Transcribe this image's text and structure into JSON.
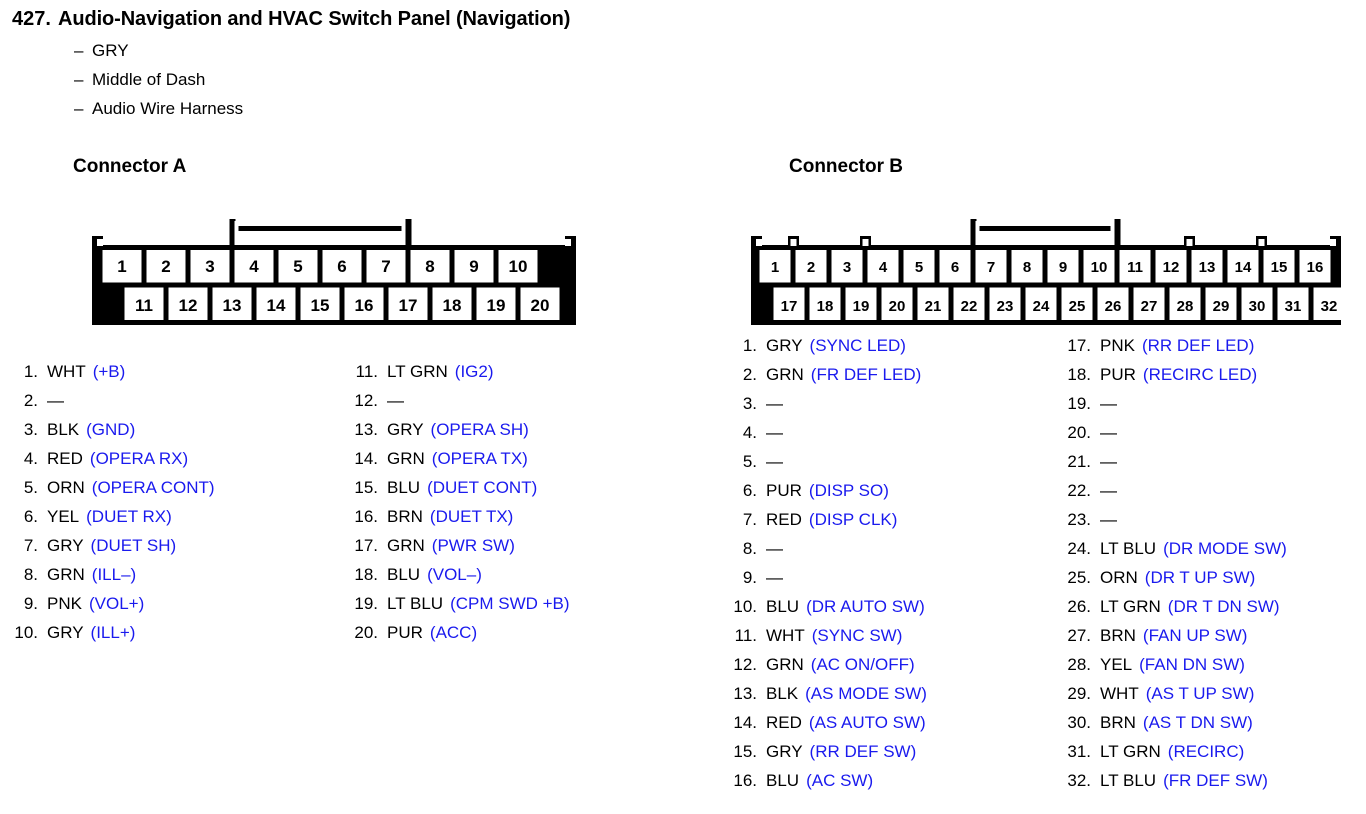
{
  "header": {
    "number": "427.",
    "title": "Audio-Navigation and HVAC Switch Panel (Navigation)",
    "dash": "–",
    "details": [
      "GRY",
      "Middle of Dash",
      "Audio Wire Harness"
    ]
  },
  "colors": {
    "signal_blue": "#1a1aee",
    "text_black": "#000000",
    "background": "#ffffff"
  },
  "connectors": [
    {
      "id": "a",
      "heading": "Connector A",
      "top_row": [
        "1",
        "2",
        "3",
        "4",
        "5",
        "6",
        "7",
        "8",
        "9",
        "10"
      ],
      "bottom_row": [
        "11",
        "12",
        "13",
        "14",
        "15",
        "16",
        "17",
        "18",
        "19",
        "20"
      ],
      "pins": [
        {
          "num": "1.",
          "color": "WHT",
          "signal": "(+B)"
        },
        {
          "num": "2.",
          "color": "—",
          "signal": ""
        },
        {
          "num": "3.",
          "color": "BLK",
          "signal": "(GND)"
        },
        {
          "num": "4.",
          "color": "RED",
          "signal": "(OPERA RX)"
        },
        {
          "num": "5.",
          "color": "ORN",
          "signal": "(OPERA CONT)"
        },
        {
          "num": "6.",
          "color": "YEL",
          "signal": "(DUET RX)"
        },
        {
          "num": "7.",
          "color": "GRY",
          "signal": "(DUET SH)"
        },
        {
          "num": "8.",
          "color": "GRN",
          "signal": "(ILL–)"
        },
        {
          "num": "9.",
          "color": "PNK",
          "signal": "(VOL+)"
        },
        {
          "num": "10.",
          "color": "GRY",
          "signal": "(ILL+)"
        },
        {
          "num": "11.",
          "color": "LT GRN",
          "signal": "(IG2)"
        },
        {
          "num": "12.",
          "color": "—",
          "signal": ""
        },
        {
          "num": "13.",
          "color": "GRY",
          "signal": "(OPERA SH)"
        },
        {
          "num": "14.",
          "color": "GRN",
          "signal": "(OPERA TX)"
        },
        {
          "num": "15.",
          "color": "BLU",
          "signal": "(DUET CONT)"
        },
        {
          "num": "16.",
          "color": "BRN",
          "signal": "(DUET TX)"
        },
        {
          "num": "17.",
          "color": "GRN",
          "signal": "(PWR SW)"
        },
        {
          "num": "18.",
          "color": "BLU",
          "signal": "(VOL–)"
        },
        {
          "num": "19.",
          "color": "LT BLU",
          "signal": "(CPM SWD +B)"
        },
        {
          "num": "20.",
          "color": "PUR",
          "signal": "(ACC)"
        }
      ]
    },
    {
      "id": "b",
      "heading": "Connector B",
      "top_row": [
        "1",
        "2",
        "3",
        "4",
        "5",
        "6",
        "7",
        "8",
        "9",
        "10",
        "11",
        "12",
        "13",
        "14",
        "15",
        "16"
      ],
      "bottom_row": [
        "17",
        "18",
        "19",
        "20",
        "21",
        "22",
        "23",
        "24",
        "25",
        "26",
        "27",
        "28",
        "29",
        "30",
        "31",
        "32"
      ],
      "pins": [
        {
          "num": "1.",
          "color": "GRY",
          "signal": "(SYNC LED)"
        },
        {
          "num": "2.",
          "color": "GRN",
          "signal": "(FR DEF LED)"
        },
        {
          "num": "3.",
          "color": "—",
          "signal": ""
        },
        {
          "num": "4.",
          "color": "—",
          "signal": ""
        },
        {
          "num": "5.",
          "color": "—",
          "signal": ""
        },
        {
          "num": "6.",
          "color": "PUR",
          "signal": "(DISP SO)"
        },
        {
          "num": "7.",
          "color": "RED",
          "signal": "(DISP CLK)"
        },
        {
          "num": "8.",
          "color": "—",
          "signal": ""
        },
        {
          "num": "9.",
          "color": "—",
          "signal": ""
        },
        {
          "num": "10.",
          "color": "BLU",
          "signal": "(DR AUTO SW)"
        },
        {
          "num": "11.",
          "color": "WHT",
          "signal": "(SYNC SW)"
        },
        {
          "num": "12.",
          "color": "GRN",
          "signal": "(AC ON/OFF)"
        },
        {
          "num": "13.",
          "color": "BLK",
          "signal": "(AS MODE SW)"
        },
        {
          "num": "14.",
          "color": "RED",
          "signal": "(AS AUTO SW)"
        },
        {
          "num": "15.",
          "color": "GRY",
          "signal": "(RR DEF SW)"
        },
        {
          "num": "16.",
          "color": "BLU",
          "signal": "(AC SW)"
        },
        {
          "num": "17.",
          "color": "PNK",
          "signal": "(RR DEF LED)"
        },
        {
          "num": "18.",
          "color": "PUR",
          "signal": "(RECIRC LED)"
        },
        {
          "num": "19.",
          "color": "—",
          "signal": ""
        },
        {
          "num": "20.",
          "color": "—",
          "signal": ""
        },
        {
          "num": "21.",
          "color": "—",
          "signal": ""
        },
        {
          "num": "22.",
          "color": "—",
          "signal": ""
        },
        {
          "num": "23.",
          "color": "—",
          "signal": ""
        },
        {
          "num": "24.",
          "color": "LT BLU",
          "signal": "(DR MODE SW)"
        },
        {
          "num": "25.",
          "color": "ORN",
          "signal": "(DR T UP SW)"
        },
        {
          "num": "26.",
          "color": "LT GRN",
          "signal": "(DR T DN SW)"
        },
        {
          "num": "27.",
          "color": "BRN",
          "signal": "(FAN UP SW)"
        },
        {
          "num": "28.",
          "color": "YEL",
          "signal": "(FAN DN SW)"
        },
        {
          "num": "29.",
          "color": "WHT",
          "signal": "(AS T UP SW)"
        },
        {
          "num": "30.",
          "color": "BRN",
          "signal": "(AS T DN SW)"
        },
        {
          "num": "31.",
          "color": "LT GRN",
          "signal": "(RECIRC)"
        },
        {
          "num": "32.",
          "color": "LT BLU",
          "signal": "(FR DEF SW)"
        }
      ]
    }
  ]
}
